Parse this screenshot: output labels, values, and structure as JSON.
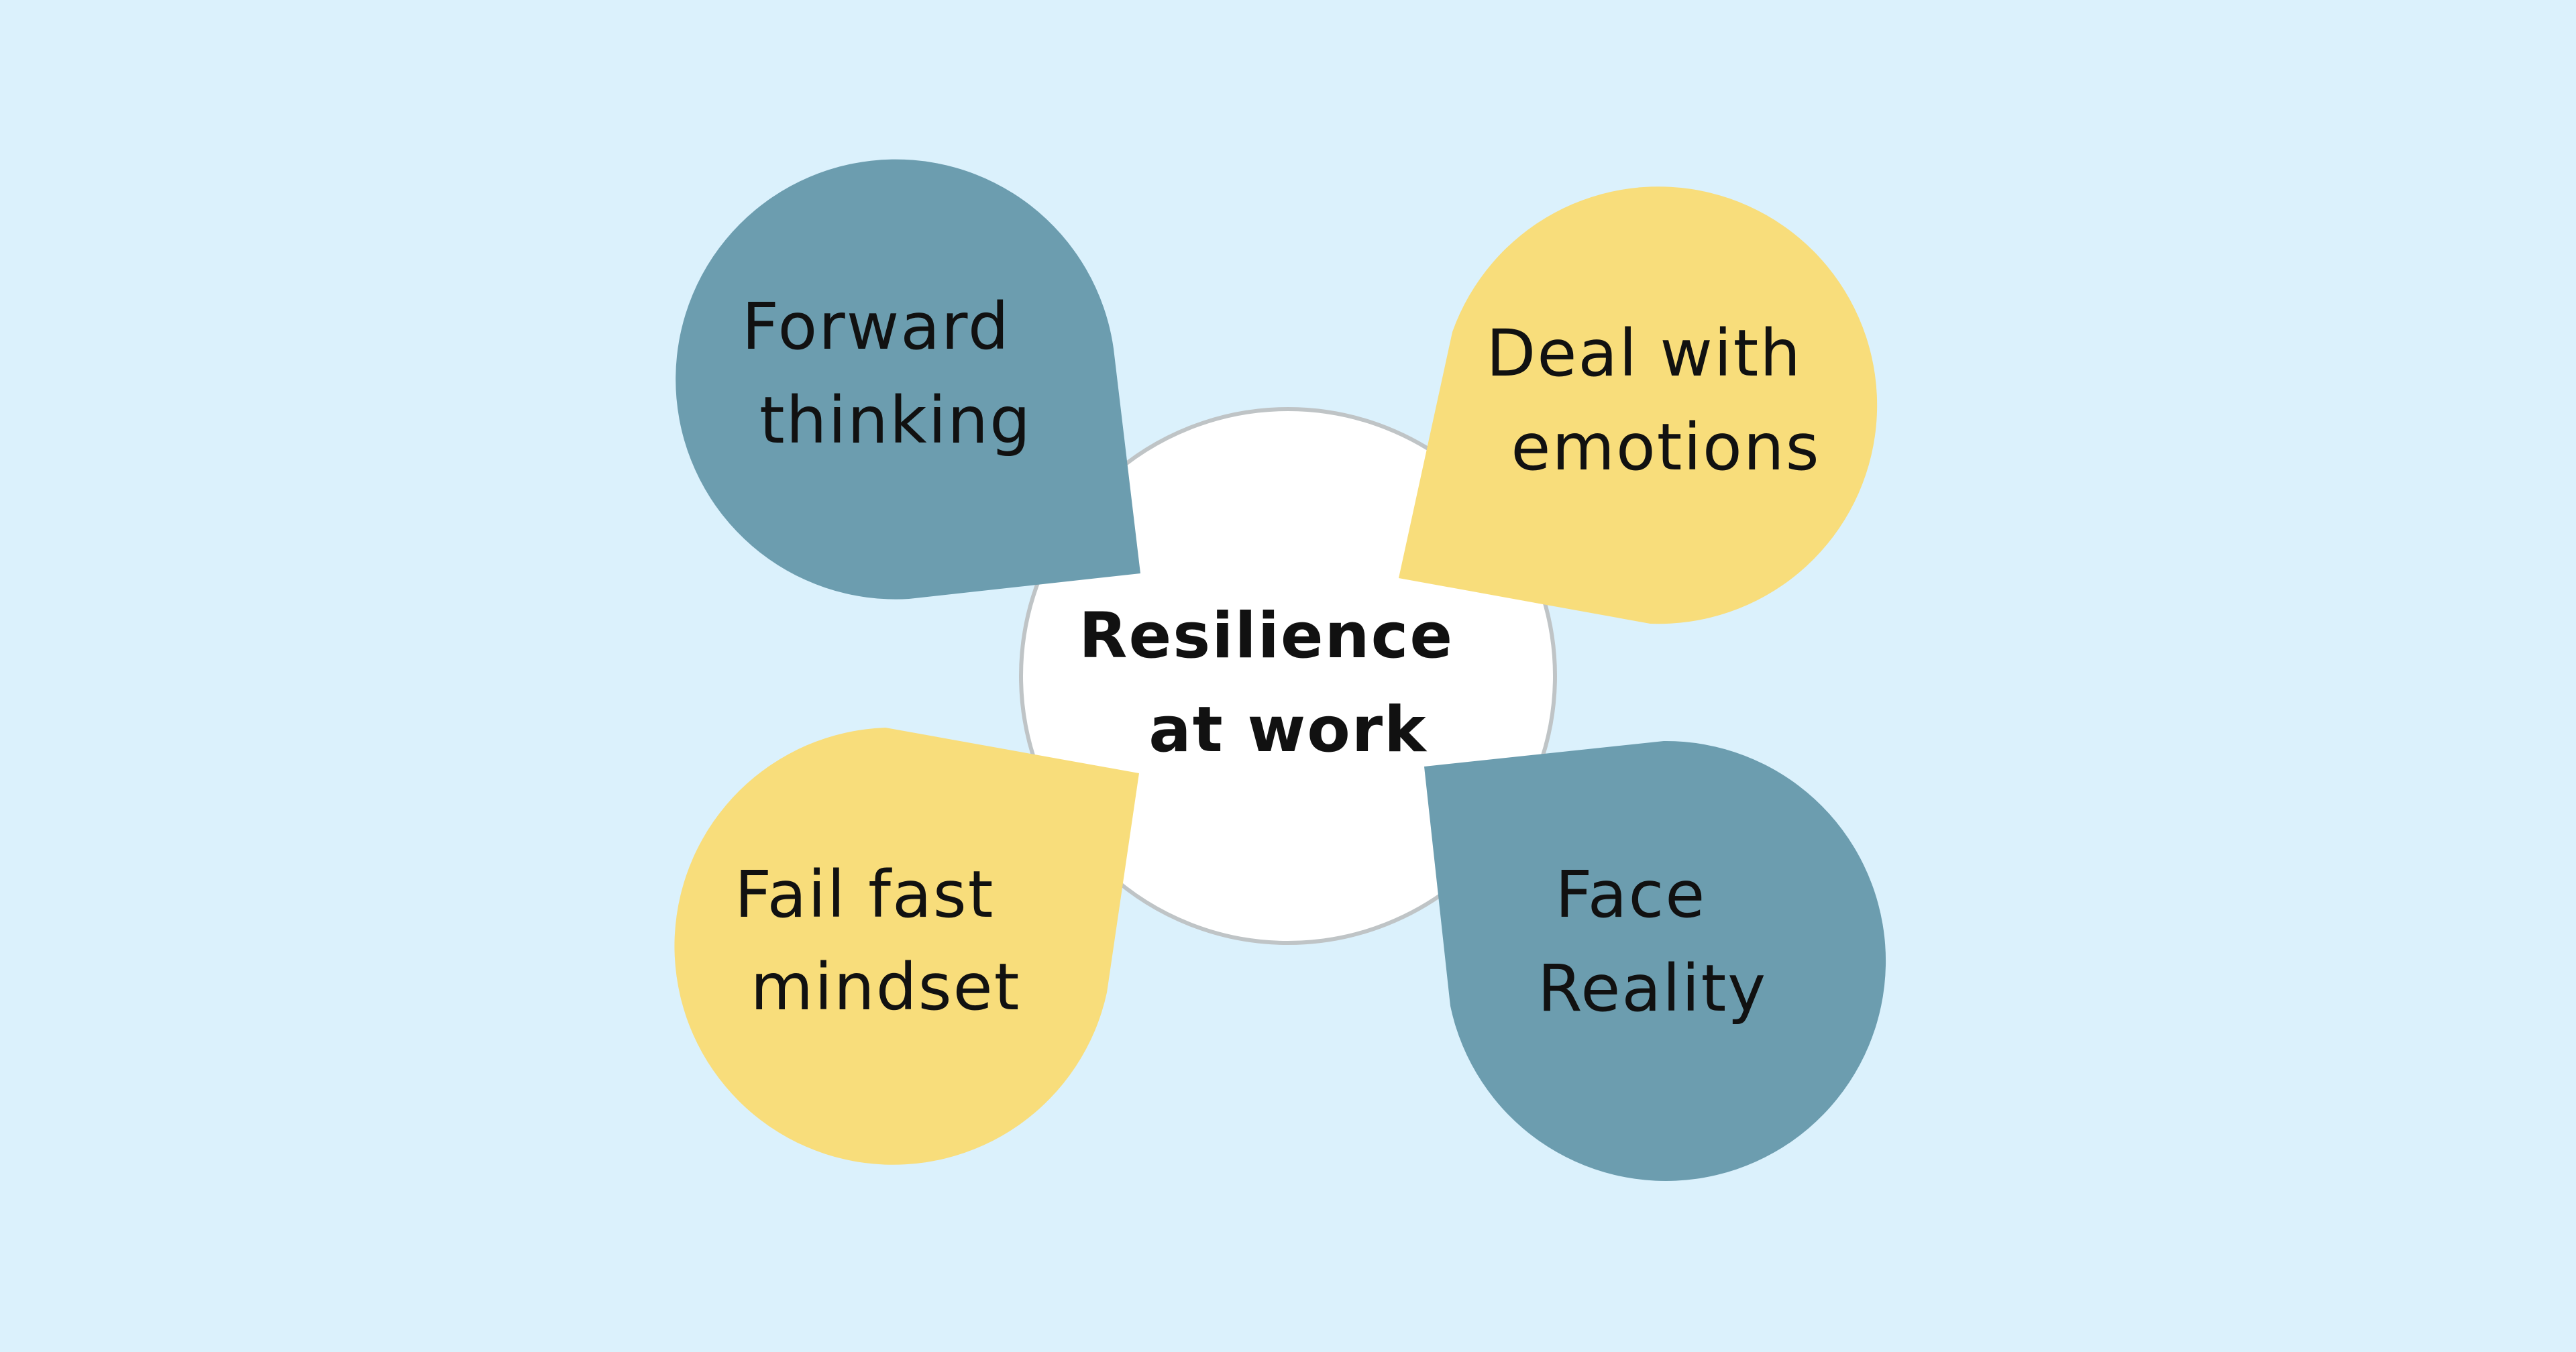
{
  "colors": {
    "background": "#DBF1FC",
    "blue": "#6C9DAF",
    "yellow": "#F8DD7B",
    "center_fill": "#FFFFFF",
    "center_stroke": "#BFC4C6",
    "text": "#111111"
  },
  "center": {
    "line1": "Resilience",
    "line2": "at work"
  },
  "petals": [
    {
      "position": "top-left",
      "color": "blue",
      "line1": "Forward",
      "line2": "thinking"
    },
    {
      "position": "top-right",
      "color": "yellow",
      "line1": "Deal with",
      "line2": "emotions"
    },
    {
      "position": "bottom-left",
      "color": "yellow",
      "line1": "Fail fast",
      "line2": "mindset"
    },
    {
      "position": "bottom-right",
      "color": "blue",
      "line1": "Face",
      "line2": "Reality"
    }
  ]
}
